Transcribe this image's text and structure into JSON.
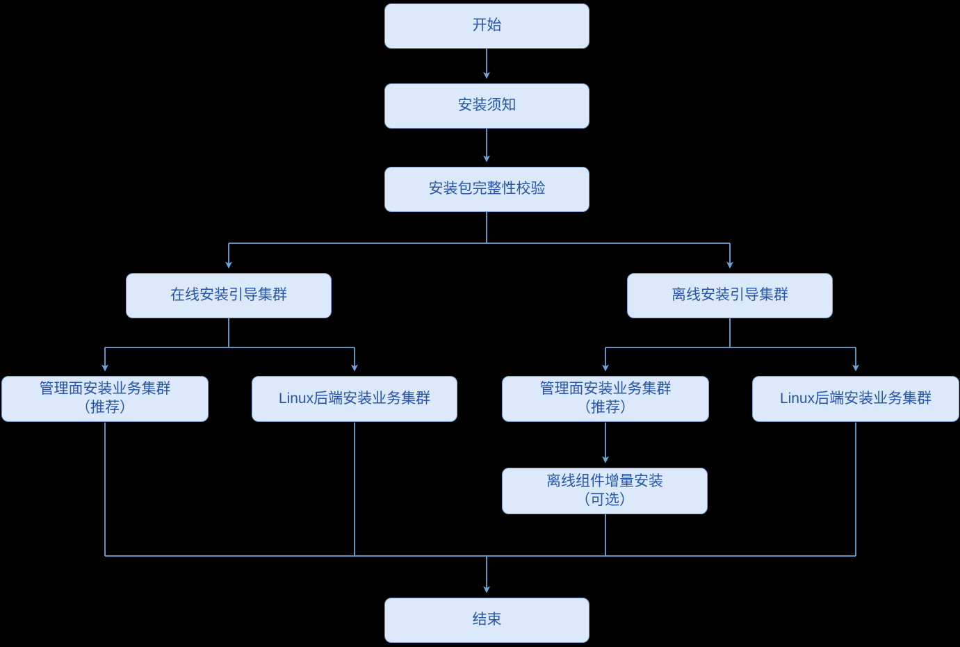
{
  "diagram": {
    "type": "flowchart",
    "colors": {
      "background": "#000000",
      "node_fill": "#dbe9fb",
      "node_border": "#7ea1d6",
      "connector": "#6ea5d9",
      "text": "#2955a8"
    },
    "nodes": {
      "start": {
        "label": "开始"
      },
      "notes": {
        "label": "安装须知"
      },
      "integrity": {
        "label": "安装包完整性校验"
      },
      "online_guide": {
        "label": "在线安装引导集群"
      },
      "offline_guide": {
        "label": "离线安装引导集群"
      },
      "mgmt_left": {
        "line1": "管理面安装业务集群",
        "line2": "（推荐）"
      },
      "linux_left": {
        "label": "Linux后端安装业务集群"
      },
      "mgmt_right": {
        "line1": "管理面安装业务集群",
        "line2": "（推荐）"
      },
      "linux_right": {
        "label": "Linux后端安装业务集群"
      },
      "incremental": {
        "line1": "离线组件增量安装",
        "line2": "（可选）"
      },
      "end": {
        "label": "结束"
      }
    }
  }
}
